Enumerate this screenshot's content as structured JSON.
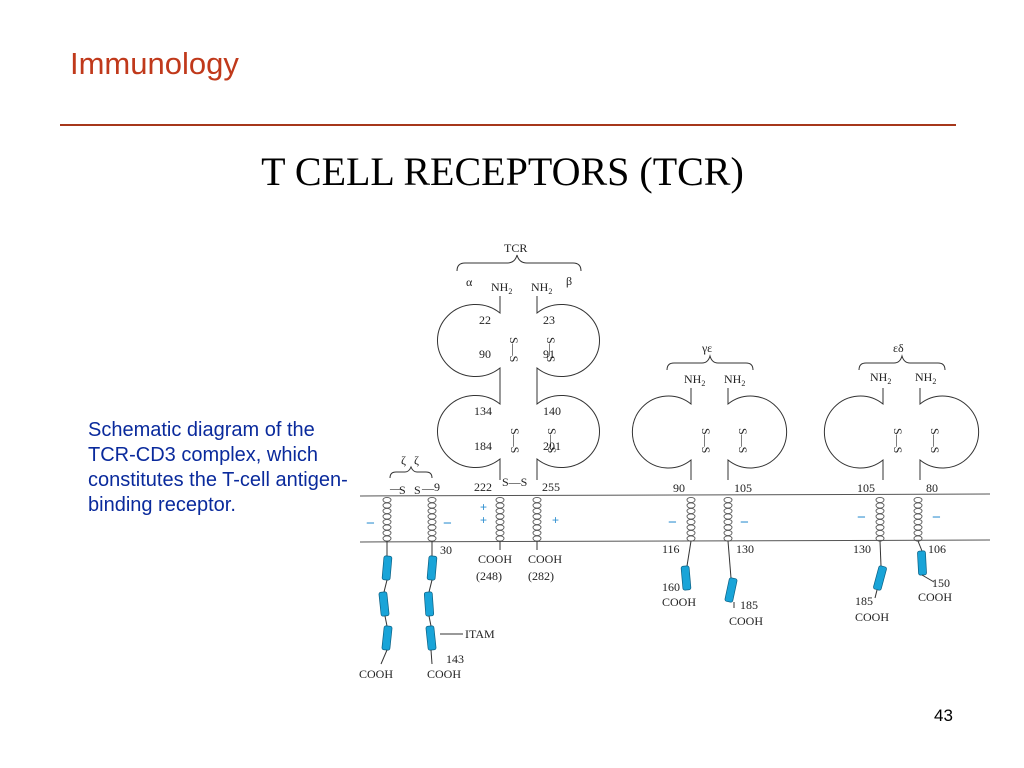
{
  "slide": {
    "header": "Immunology",
    "title": "T CELL RECEPTORS (TCR)",
    "caption": "Schematic diagram of the TCR-CD3 complex, which constitutes the T-cell antigen-binding receptor.",
    "page_number": "43"
  },
  "diagram": {
    "labels": {
      "tcr": "TCR",
      "alpha": "α",
      "beta": "β",
      "nh2": "NH",
      "nh2_sub": "2",
      "ss": "S—S",
      "s": "S",
      "dash": "—",
      "cooh": "COOH",
      "itam": "ITAM",
      "zeta": "ζ",
      "gamma_epsilon": "γε",
      "epsilon_delta": "εδ",
      "plus": "+",
      "minus": "−"
    },
    "tcr_residues": {
      "alpha_v_top": "22",
      "alpha_v_bottom": "90",
      "beta_v_top": "23",
      "beta_v_bottom": "91",
      "alpha_c_top": "134",
      "alpha_c_bottom": "184",
      "beta_c_top": "140",
      "beta_c_bottom": "201",
      "alpha_tm": "222",
      "beta_tm": "255",
      "alpha_end": "(248)",
      "beta_end": "(282)"
    },
    "zeta_residues": {
      "tm_top": "9",
      "tm_bottom": "30",
      "end": "143"
    },
    "gamma_epsilon_residues": {
      "g_tm_top": "90",
      "g_tm_bottom": "116",
      "g_end": "160",
      "e_tm_top": "105",
      "e_tm_bottom": "130",
      "e_end": "185"
    },
    "epsilon_delta_residues": {
      "e_tm_top": "105",
      "e_tm_bottom": "130",
      "e_end": "185",
      "d_tm_top": "80",
      "d_tm_bottom": "106",
      "d_end": "150"
    }
  }
}
